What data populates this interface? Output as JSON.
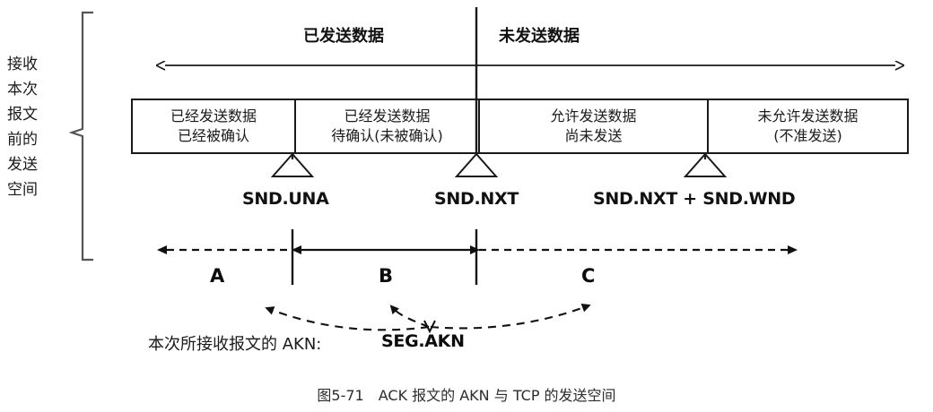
{
  "figure": {
    "left_label": "接收\n本次\n报文\n前的\n发送\n空间",
    "caption": "图5-71　ACK 报文的 AKN 与 TCP 的发送空间"
  },
  "top_headings": {
    "sent": "已发送数据",
    "unsent": "未发送数据"
  },
  "window_cells": [
    {
      "line1": "已经发送数据",
      "line2": "已经被确认"
    },
    {
      "line1": "已经发送数据",
      "line2": "待确认(未被确认)"
    },
    {
      "line1": "允许发送数据",
      "line2": "尚未发送"
    },
    {
      "line1": "未允许发送数据",
      "line2": "(不准发送)"
    }
  ],
  "pointers": [
    {
      "name": "SND.UNA"
    },
    {
      "name": "SND.NXT"
    },
    {
      "name": "SND.NXT + SND.WND"
    }
  ],
  "segments": [
    {
      "label": "A"
    },
    {
      "label": "B"
    },
    {
      "label": "C"
    }
  ],
  "akn": {
    "text": "本次所接收报文的 AKN:",
    "value": "SEG.AKN"
  },
  "colors": {
    "ink": "#1a1a1a",
    "stroke": "#1a1a1a",
    "background": "#ffffff"
  }
}
